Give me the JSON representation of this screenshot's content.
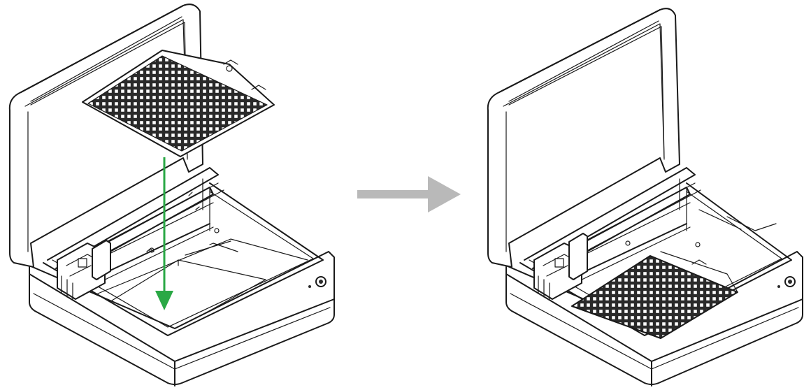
{
  "colors": {
    "line": "#1a1a1a",
    "insert_arrow": "#2aa845",
    "step_arrow": "#b9b9b9",
    "mesh": "#2a2a2a",
    "background": "#ffffff"
  },
  "icons": [
    "down-arrow-icon",
    "right-arrow-icon",
    "power-button-icon"
  ],
  "steps": [
    {
      "id": "before",
      "state": "honeycomb panel above open machine"
    },
    {
      "id": "after",
      "state": "honeycomb panel installed inside machine"
    }
  ]
}
